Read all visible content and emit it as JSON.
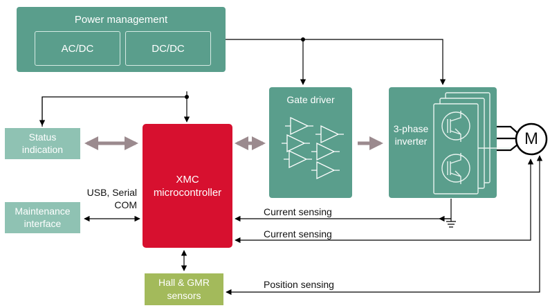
{
  "power": {
    "title": "Power management",
    "acdc": "AC/DC",
    "dcdc": "DC/DC"
  },
  "gate_driver": {
    "title": "Gate driver"
  },
  "inverter": {
    "label_line1": "3-phase",
    "label_line2": "inverter"
  },
  "motor": {
    "label": "M"
  },
  "status": {
    "line1": "Status",
    "line2": "indication"
  },
  "mcu": {
    "line1": "XMC",
    "line2": "microcontroller"
  },
  "maintenance": {
    "line1": "Maintenance",
    "line2": "interface"
  },
  "usb": {
    "line1": "USB, Serial",
    "line2": "COM"
  },
  "sensing": {
    "current1": "Current sensing",
    "current2": "Current sensing",
    "position": "Position sensing"
  },
  "hall": {
    "line1": "Hall & GMR",
    "line2": "sensors"
  },
  "colors": {
    "teal": "#5a9e8c",
    "light_teal": "#8fc2b3",
    "red": "#d7102f",
    "green": "#a3ba5b",
    "arrow_gray": "#9b8a8e"
  }
}
